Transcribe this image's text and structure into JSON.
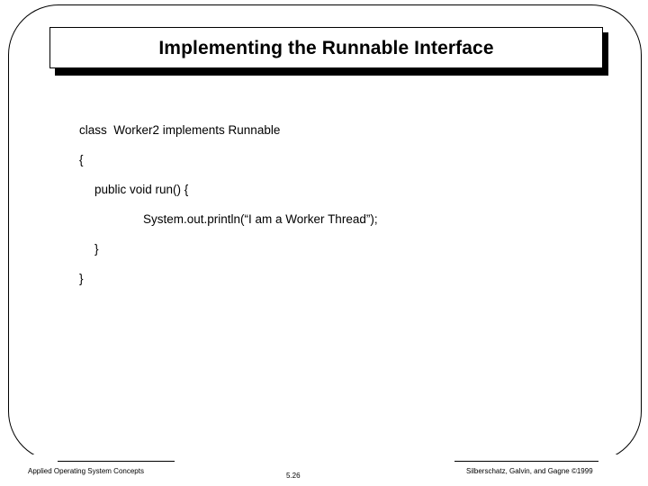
{
  "slide": {
    "title": "Implementing the Runnable Interface",
    "code_lines": [
      {
        "text": "class  Worker2 implements Runnable",
        "indent": 0
      },
      {
        "text": "{",
        "indent": 1
      },
      {
        "text": "public void run() {",
        "indent": 2
      },
      {
        "text": "System.out.println(“I am a Worker Thread”);",
        "indent": 3
      },
      {
        "text": "}",
        "indent": 4
      },
      {
        "text": "}",
        "indent": 5
      }
    ],
    "footer": {
      "left": "Applied Operating System Concepts",
      "page": "5.26",
      "right": "Silberschatz, Galvin, and Gagne ©1999"
    },
    "colors": {
      "background": "#ffffff",
      "foreground": "#000000",
      "shadow": "#000000"
    }
  }
}
